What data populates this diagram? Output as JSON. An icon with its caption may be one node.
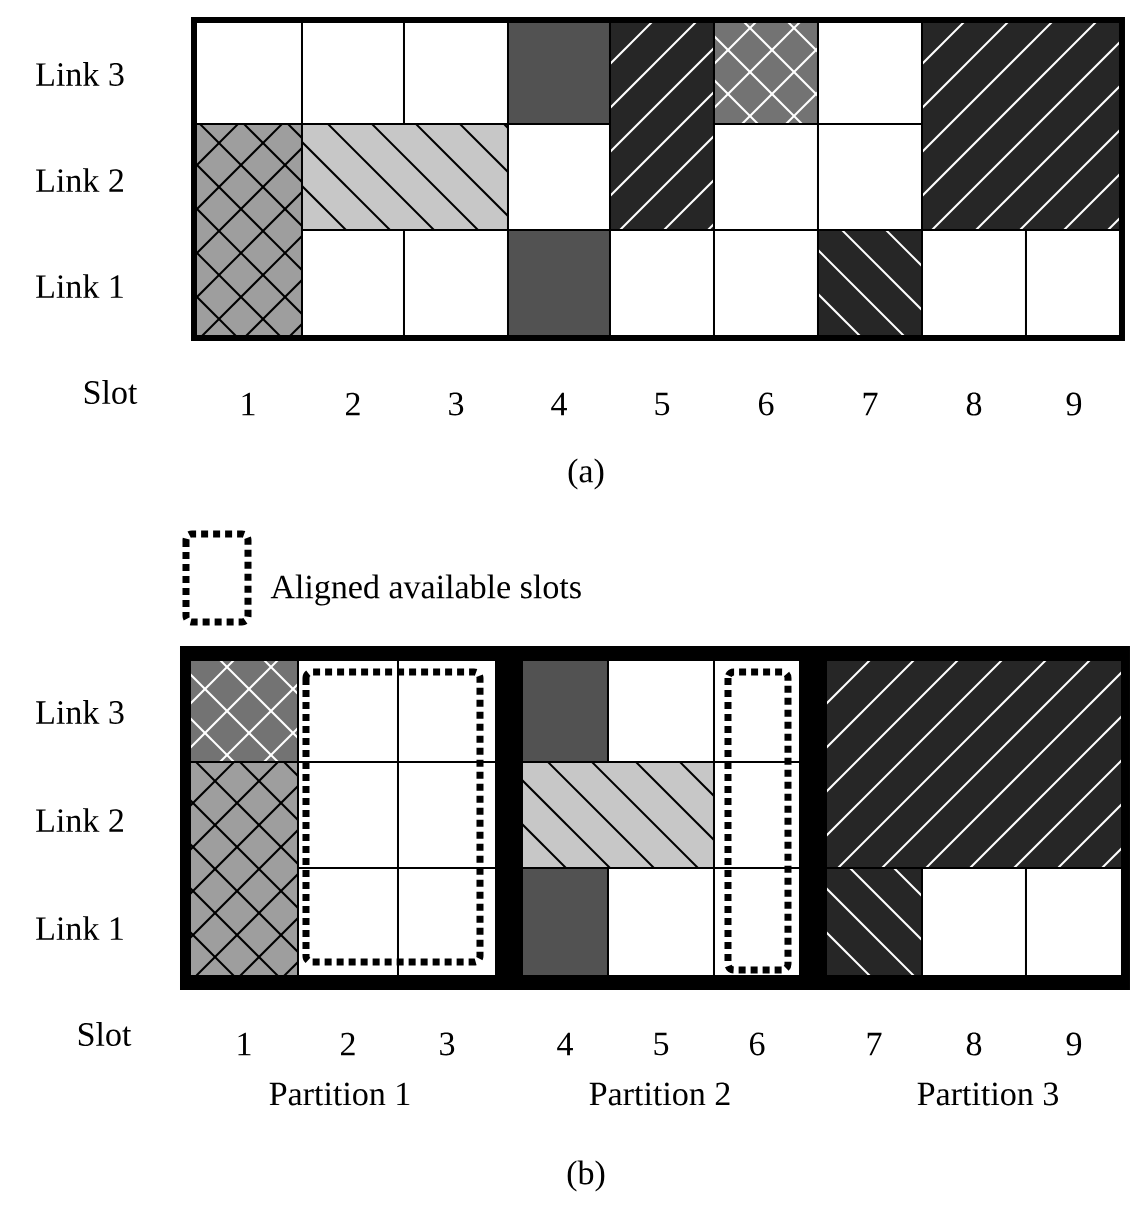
{
  "diagram": {
    "labels": [
      "Link 3",
      "Link 2",
      "Link 1",
      "Slot",
      "1",
      "2",
      "3",
      "4",
      "5",
      "6",
      "7",
      "8",
      "9",
      "(a)",
      "Link 3",
      "Link 2",
      "Link 1",
      "Slot",
      "1",
      "2",
      "3",
      "4",
      "5",
      "6",
      "7",
      "8",
      "9",
      "Partition 1",
      "Partition 2",
      "Partition 3",
      "(b)"
    ],
    "legend": [
      {
        "text": "Aligned available slots"
      }
    ]
  }
}
